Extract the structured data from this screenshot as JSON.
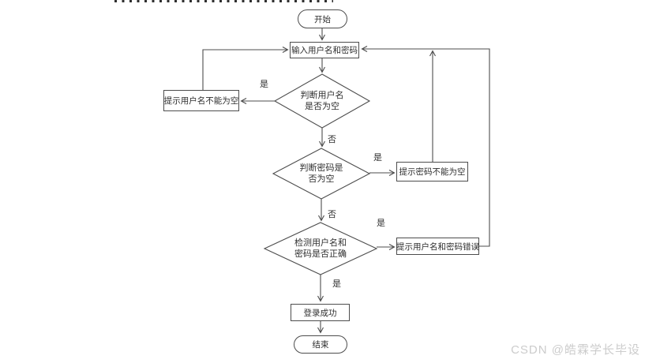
{
  "page": {
    "background": "#ffffff"
  },
  "watermark": {
    "text": "CSDN @皓霖学长毕设",
    "color": "#cccccc"
  },
  "flowchart": {
    "stroke_color": "#4d4d4d",
    "nodes": {
      "start": {
        "shape": "stadium",
        "label": "开始"
      },
      "input": {
        "shape": "rect",
        "label": "输入用户名和密码"
      },
      "check_username": {
        "shape": "diamond",
        "label_line1": "判断用户名",
        "label_line2": "是否为空"
      },
      "prompt_username": {
        "shape": "rect",
        "label": "提示用户名不能为空"
      },
      "check_password": {
        "shape": "diamond",
        "label_line1": "判断密码是",
        "label_line2": "否为空"
      },
      "prompt_password": {
        "shape": "rect",
        "label": "提示密码不能为空"
      },
      "check_correct": {
        "shape": "diamond",
        "label_line1": "检测用户名和",
        "label_line2": "密码是否正确"
      },
      "prompt_error": {
        "shape": "rect",
        "label": "提示用户名和密码错误"
      },
      "login_success": {
        "shape": "rect",
        "label": "登录成功"
      },
      "end": {
        "shape": "stadium",
        "label": "结束"
      }
    },
    "edge_labels": {
      "username_empty_yes": "是",
      "username_empty_no": "否",
      "password_empty_yes": "是",
      "password_empty_no": "否",
      "correct_right_yes": "是",
      "correct_down_yes": "是"
    }
  }
}
